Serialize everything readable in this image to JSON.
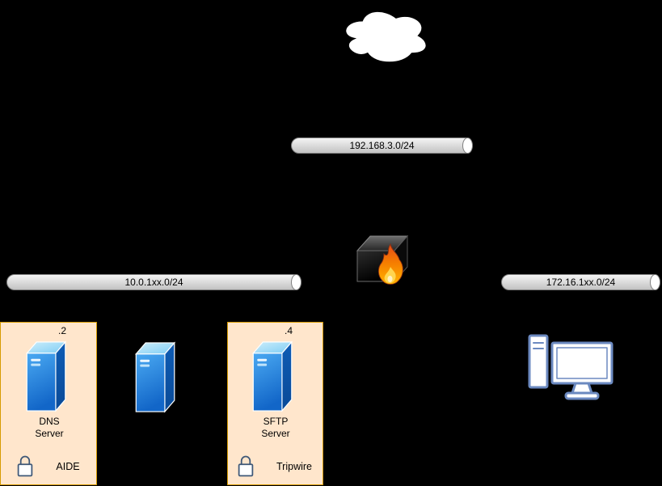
{
  "diagram": {
    "background": "#000000",
    "segments": {
      "wan": {
        "label": "192.168.3.0/24"
      },
      "lan": {
        "label": "10.0.1xx.0/24"
      },
      "dmz": {
        "label": "172.16.1xx.0/24"
      }
    },
    "hosts": {
      "dns": {
        "ip": ".2",
        "name": "DNS\nServer"
      },
      "sftp": {
        "ip": ".4",
        "name": "SFTP\nServer"
      }
    },
    "zones": {
      "aide": {
        "tool": "AIDE"
      },
      "tripwire": {
        "tool": "Tripwire"
      }
    },
    "colors": {
      "zone_fill": "#ffe6cc",
      "zone_border": "#d79b00",
      "bus_fill_light": "#f4f4f4",
      "bus_fill_dark": "#c2c2c2",
      "server_blue": "#1f7ad4",
      "flame_orange": "#ff9800",
      "workstation_stroke": "#6b89c0"
    }
  }
}
